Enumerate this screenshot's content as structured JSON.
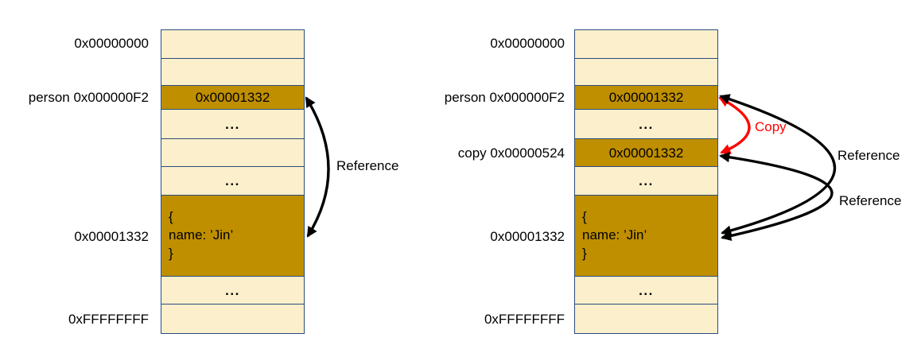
{
  "colors": {
    "cell_light": "#fcefcb",
    "cell_dark": "#bf8f00",
    "cell_border": "#2b4c7e",
    "arrow_black": "#000000",
    "arrow_red": "#ff0000",
    "background": "#ffffff"
  },
  "left_diagram": {
    "address_labels": [
      {
        "row": 1,
        "text": "0x00000000"
      },
      {
        "row": 3,
        "text": "person 0x000000F2"
      },
      {
        "row": 7,
        "text": "0x00001332"
      },
      {
        "row": 9,
        "text": "0xFFFFFFFF"
      }
    ],
    "rows": [
      {
        "style": "light",
        "text": ""
      },
      {
        "style": "light",
        "text": ""
      },
      {
        "style": "dark",
        "text": "0x00001332"
      },
      {
        "style": "light",
        "text": "..."
      },
      {
        "style": "light",
        "text": ""
      },
      {
        "style": "light",
        "text": "..."
      },
      {
        "style": "dark",
        "lines": [
          "{",
          "name: ’Jin’",
          "}"
        ]
      },
      {
        "style": "light",
        "text": "..."
      },
      {
        "style": "light",
        "text": ""
      }
    ],
    "arrows": [
      {
        "type": "reference",
        "label": "Reference",
        "color": "#000000"
      }
    ]
  },
  "right_diagram": {
    "address_labels": [
      {
        "row": 1,
        "text": "0x00000000"
      },
      {
        "row": 3,
        "text": "person 0x000000F2"
      },
      {
        "row": 5,
        "text": "copy 0x00000524"
      },
      {
        "row": 7,
        "text": "0x00001332"
      },
      {
        "row": 9,
        "text": "0xFFFFFFFF"
      }
    ],
    "rows": [
      {
        "style": "light",
        "text": ""
      },
      {
        "style": "light",
        "text": ""
      },
      {
        "style": "dark",
        "text": "0x00001332"
      },
      {
        "style": "light",
        "text": "..."
      },
      {
        "style": "dark",
        "text": "0x00001332"
      },
      {
        "style": "light",
        "text": "..."
      },
      {
        "style": "dark",
        "lines": [
          "{",
          "name: ’Jin’",
          "}"
        ]
      },
      {
        "style": "light",
        "text": "..."
      },
      {
        "style": "light",
        "text": ""
      }
    ],
    "arrows": [
      {
        "type": "copy",
        "label": "Copy",
        "color": "#ff0000"
      },
      {
        "type": "reference",
        "label": "Reference",
        "color": "#000000"
      },
      {
        "type": "reference",
        "label": "Reference",
        "color": "#000000"
      }
    ]
  }
}
